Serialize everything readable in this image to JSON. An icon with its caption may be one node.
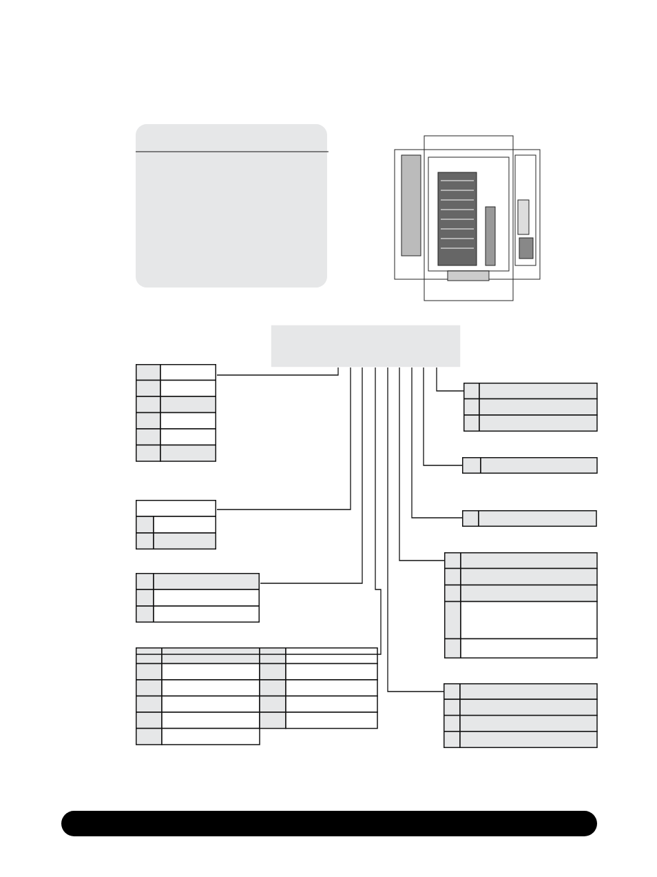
{
  "diagram": {
    "nodes": [
      {
        "text": [],
        "shape": "box"
      },
      {
        "text": [],
        "shape": "box"
      },
      {
        "text": [],
        "shape": "box"
      },
      {
        "text": [],
        "shape": "box"
      },
      {
        "text": [],
        "shape": "box"
      },
      {
        "text": [],
        "shape": "box"
      },
      {
        "text": [],
        "shape": "box"
      },
      {
        "text": [],
        "shape": "box"
      },
      {
        "text": [],
        "shape": "box"
      },
      {
        "text": [],
        "shape": "box"
      }
    ],
    "edges": [
      {
        "from": 0,
        "to": 1,
        "arrow": "none"
      },
      {
        "from": 0,
        "to": 2,
        "arrow": "none"
      },
      {
        "from": 0,
        "to": 3,
        "arrow": "none"
      },
      {
        "from": 0,
        "to": 4,
        "arrow": "none"
      },
      {
        "from": 0,
        "to": 9,
        "arrow": "none"
      },
      {
        "from": 0,
        "to": 8,
        "arrow": "none"
      },
      {
        "from": 0,
        "to": 7,
        "arrow": "none"
      },
      {
        "from": 0,
        "to": 6,
        "arrow": "none"
      },
      {
        "from": 0,
        "to": 5,
        "arrow": "none"
      }
    ]
  }
}
